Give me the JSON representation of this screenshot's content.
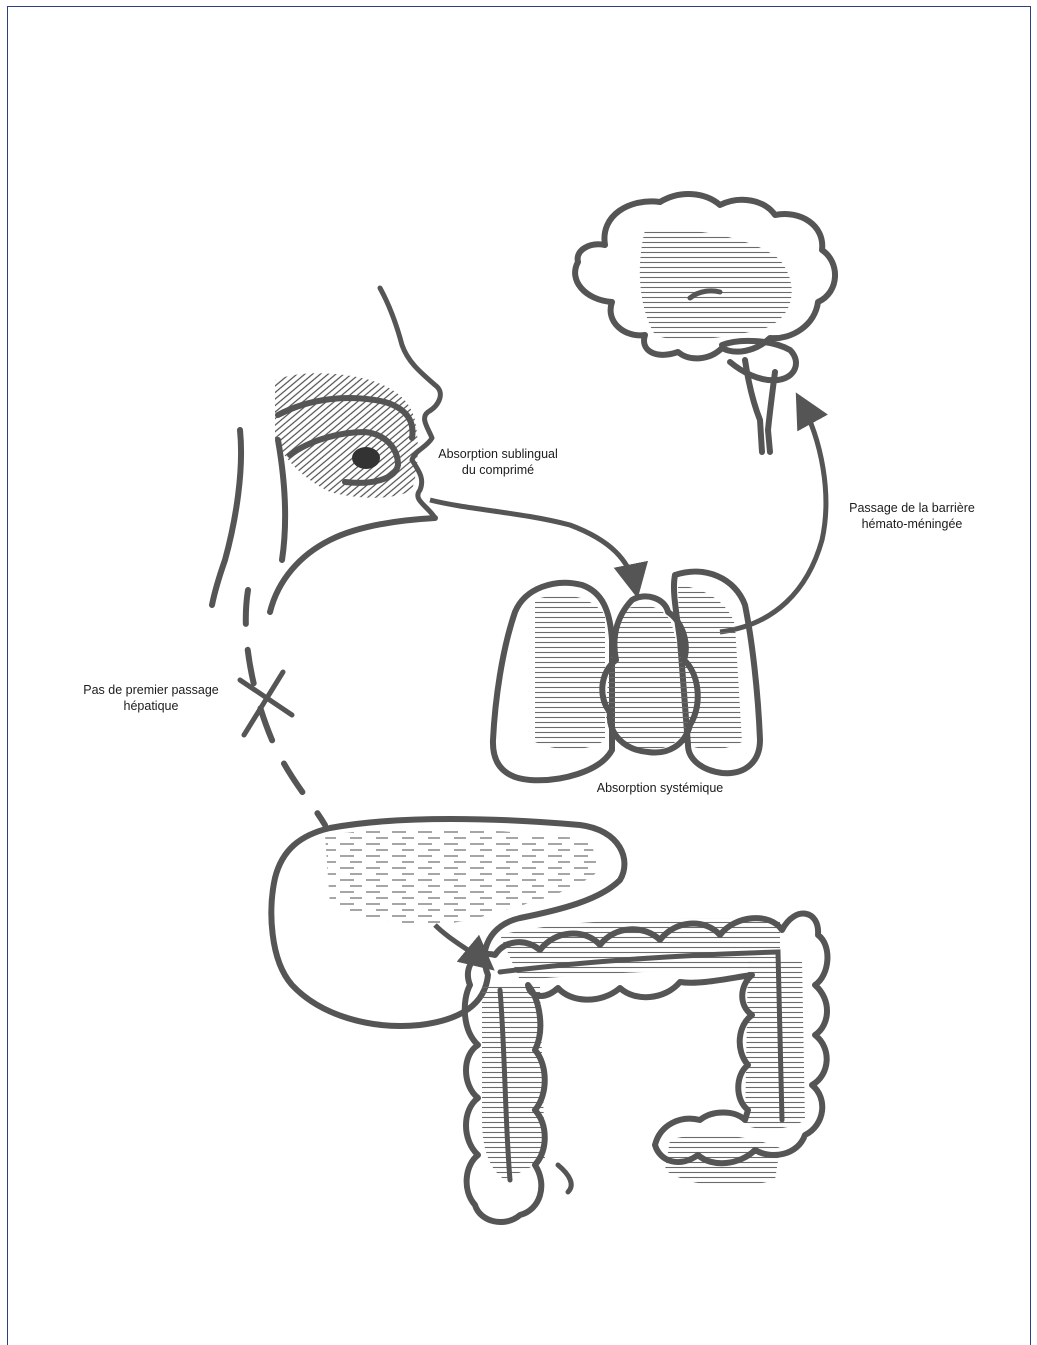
{
  "labels": {
    "sublingual": {
      "line1": "Absorption sublingual",
      "line2": "du comprimé"
    },
    "blood_brain_barrier": {
      "line1": "Passage de la barrière",
      "line2": "hémato-méningée"
    },
    "first_pass": {
      "line1": "Pas de premier passage",
      "line2": "hépatique"
    },
    "systemic": {
      "line1": "Absorption systémique"
    }
  },
  "colors": {
    "ink": "#555555",
    "hatch": "#6a6a6a",
    "frame": "#2e3f86"
  }
}
